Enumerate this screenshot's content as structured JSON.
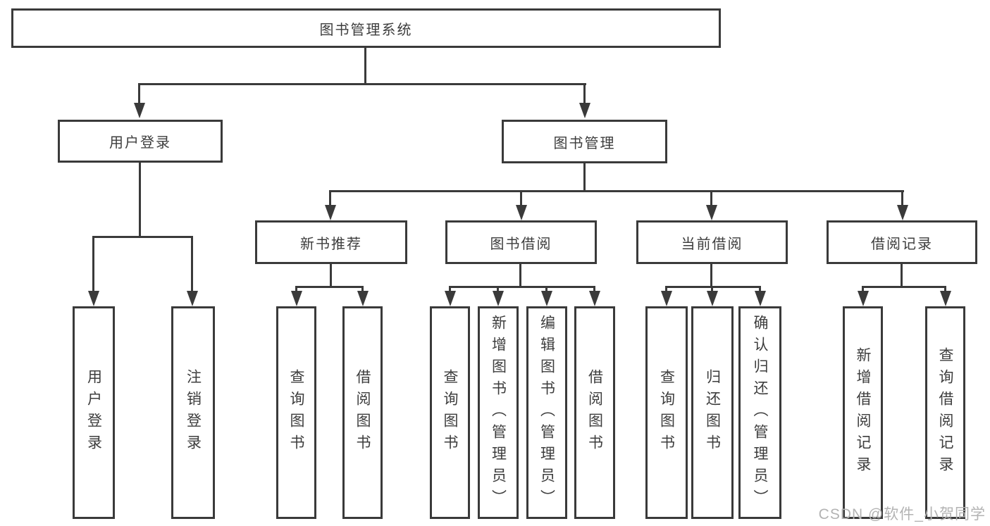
{
  "diagram": {
    "root": {
      "label": "图书管理系统"
    },
    "level2": {
      "user_login": {
        "label": "用户登录"
      },
      "book_mgmt": {
        "label": "图书管理"
      }
    },
    "level3": {
      "new_books": {
        "label": "新书推荐"
      },
      "book_borrow": {
        "label": "图书借阅"
      },
      "current_borrow": {
        "label": "当前借阅"
      },
      "borrow_records": {
        "label": "借阅记录"
      }
    },
    "leaves": {
      "user_login": [
        "用户登录",
        "注销登录"
      ],
      "new_books": [
        "查询图书",
        "借阅图书"
      ],
      "book_borrow": [
        "查询图书",
        "新增图书（管理员）",
        "编辑图书（管理员）",
        "借阅图书"
      ],
      "current_borrow": [
        "查询图书",
        "归还图书",
        "确认归还（管理员）"
      ],
      "borrow_records": [
        "新增借阅记录",
        "查询借阅记录"
      ]
    },
    "watermark": "CSDN @软件_小贺同学",
    "colors": {
      "border": "#3a3a3a",
      "text": "#3d3d3d",
      "watermark": "#b3b3b3",
      "background": "#ffffff"
    }
  }
}
